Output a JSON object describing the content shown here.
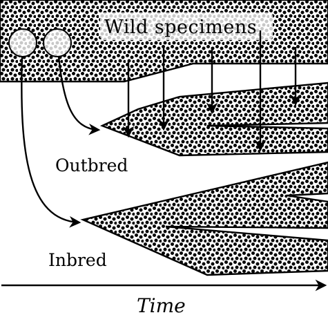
{
  "labels": {
    "wild": "Wild specimens",
    "outbred": "Outbred",
    "inbred": "Inbred",
    "time": "Time"
  },
  "colors": {
    "ink": "#000000",
    "dots": "#000000",
    "background": "#ffffff",
    "highlight_dots": "#c8c8c8"
  }
}
